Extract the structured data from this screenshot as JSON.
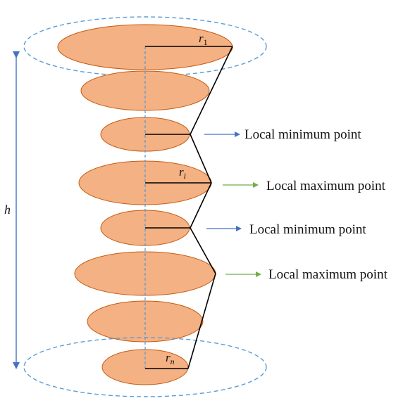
{
  "diagram": {
    "variables": {
      "height": "h",
      "r1_base": "r",
      "r1_sub": "1",
      "ri_base": "r",
      "ri_sub": "i",
      "rn_base": "r",
      "rn_sub": "n"
    },
    "annotations": [
      {
        "text": "Local minimum point",
        "arrow_color": "#4472c4"
      },
      {
        "text": "Local maximum point",
        "arrow_color": "#70ad47"
      },
      {
        "text": "Local minimum point",
        "arrow_color": "#4472c4"
      },
      {
        "text": "Local maximum point",
        "arrow_color": "#70ad47"
      }
    ],
    "colors": {
      "disc_fill": "#f4b183",
      "disc_stroke": "#c55a11",
      "dashed_outline": "#5b9bd5",
      "axis": "#4472c4",
      "profile_line": "#000000"
    }
  }
}
